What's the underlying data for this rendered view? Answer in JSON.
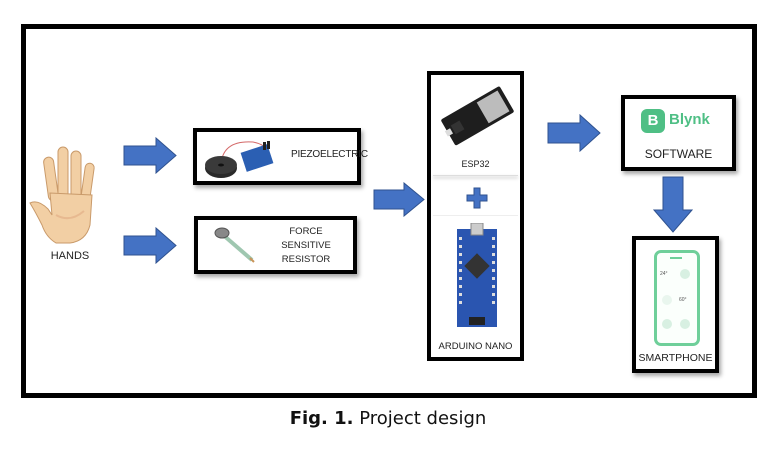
{
  "diagram": {
    "nodes": {
      "hands": {
        "label": "HANDS",
        "icon": "hand-icon"
      },
      "piezo": {
        "label": "PIEZOELECTRIC",
        "icon": "piezo-sensor-icon"
      },
      "fsr": {
        "label_lines": [
          "FORCE",
          "SENSITIVE",
          "RESISTOR"
        ],
        "icon": "force-sensor-icon"
      },
      "esp32": {
        "label": "ESP32",
        "icon": "esp32-board-icon"
      },
      "plus": {
        "icon": "plus-icon"
      },
      "nano": {
        "label": "ARDUINO NANO",
        "icon": "arduino-nano-icon"
      },
      "blynk": {
        "logo_letter": "B",
        "logo_text": "Blynk",
        "label": "SOFTWARE",
        "icon": "blynk-logo-icon"
      },
      "phone": {
        "label": "SMARTPHONE",
        "icon": "smartphone-icon",
        "screen_values": [
          "24°",
          "60°"
        ]
      }
    },
    "edges": [
      {
        "from": "hands",
        "to": "piezo",
        "direction": "right"
      },
      {
        "from": "hands",
        "to": "fsr",
        "direction": "right"
      },
      {
        "from": "sensors",
        "to": "esp32+nano",
        "direction": "right"
      },
      {
        "from": "esp32+nano",
        "to": "blynk",
        "direction": "right"
      },
      {
        "from": "blynk",
        "to": "phone",
        "direction": "down"
      }
    ],
    "colors": {
      "arrow": "#4472c4",
      "blynk_green": "#4fbf85",
      "border": "#000000"
    }
  },
  "caption": {
    "prefix": "Fig. 1.",
    "text": " Project design"
  }
}
